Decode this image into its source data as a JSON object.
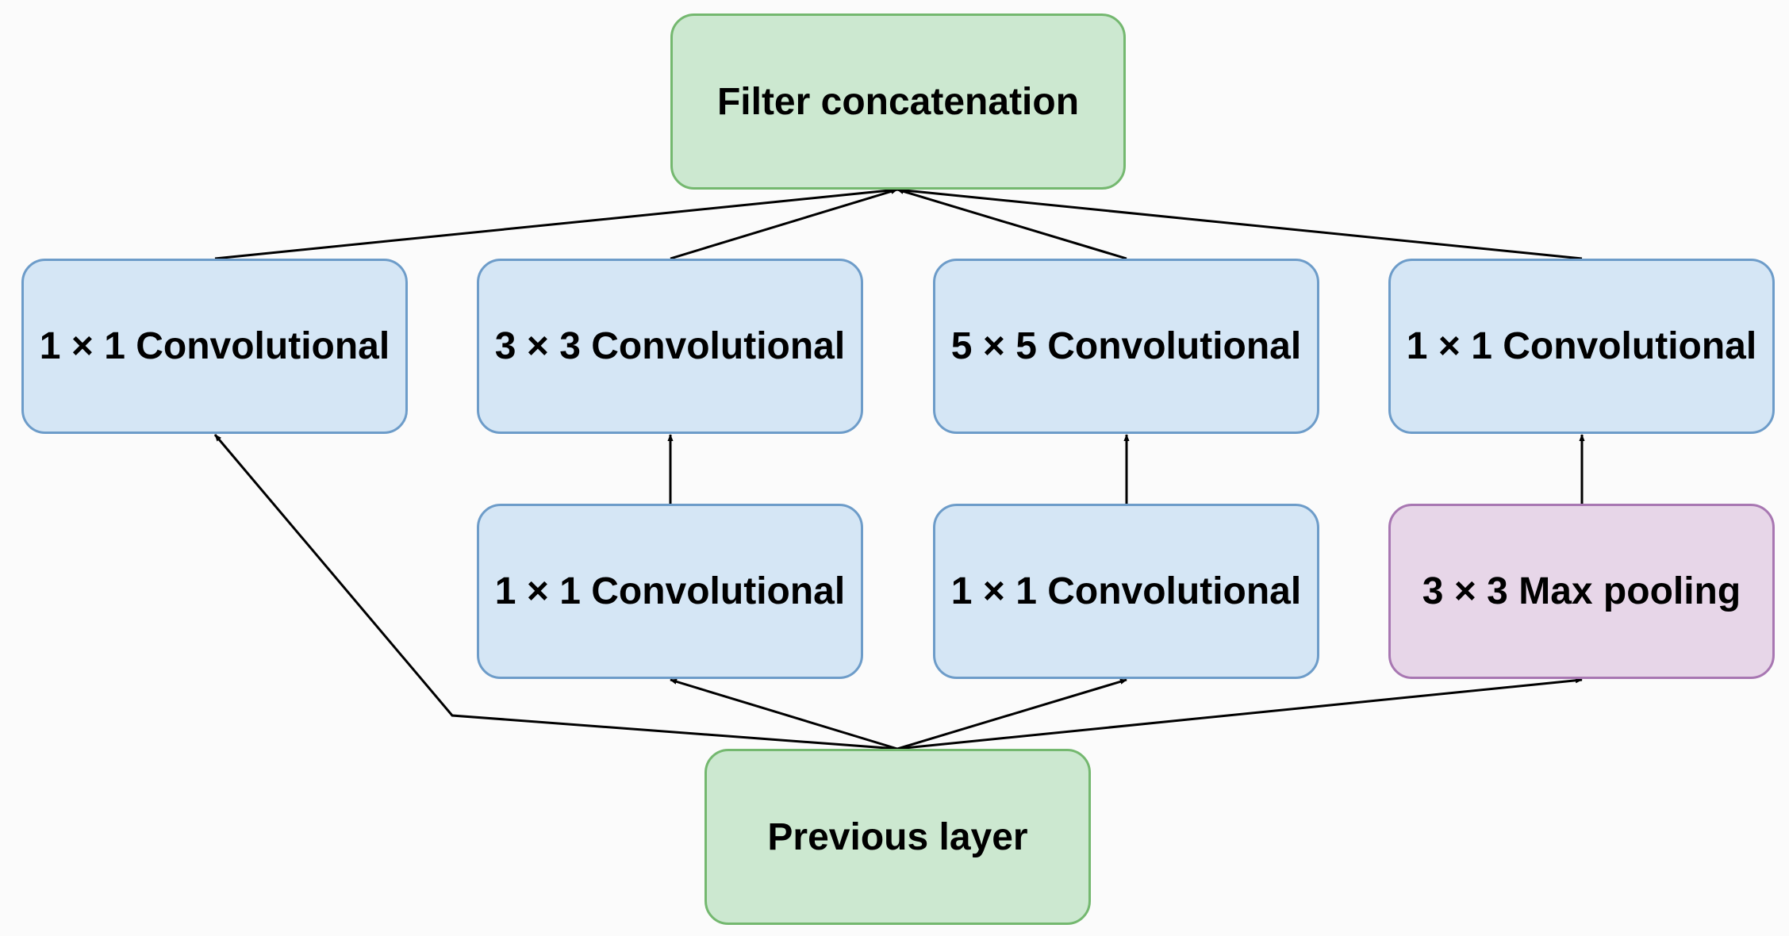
{
  "colors": {
    "background": "#fbfbfb",
    "green_fill": "#cce8d0",
    "green_stroke": "#74b86f",
    "blue_fill": "#d5e6f5",
    "blue_stroke": "#6d9cc9",
    "purple_fill": "#e7d6e8",
    "purple_stroke": "#a877b2",
    "edge": "#000000"
  },
  "nodes": {
    "filter_concat": {
      "label": "Filter concatenation",
      "style": "green"
    },
    "conv1x1_a": {
      "label": "1 × 1 Convolutional",
      "style": "blue"
    },
    "conv3x3": {
      "label": "3 × 3 Convolutional",
      "style": "blue"
    },
    "conv5x5": {
      "label": "5 × 5 Convolutional",
      "style": "blue"
    },
    "conv1x1_d": {
      "label": "1 × 1 Convolutional",
      "style": "blue"
    },
    "conv1x1_b": {
      "label": "1 × 1 Convolutional",
      "style": "blue"
    },
    "conv1x1_c": {
      "label": "1 × 1 Convolutional",
      "style": "blue"
    },
    "maxpool3x3": {
      "label": "3 × 3 Max pooling",
      "style": "purple"
    },
    "previous_layer": {
      "label": "Previous layer",
      "style": "green"
    }
  },
  "edges": [
    {
      "from": "previous_layer",
      "to": "conv1x1_a"
    },
    {
      "from": "previous_layer",
      "to": "conv1x1_b"
    },
    {
      "from": "previous_layer",
      "to": "conv1x1_c"
    },
    {
      "from": "previous_layer",
      "to": "maxpool3x3"
    },
    {
      "from": "conv1x1_b",
      "to": "conv3x3"
    },
    {
      "from": "conv1x1_c",
      "to": "conv5x5"
    },
    {
      "from": "maxpool3x3",
      "to": "conv1x1_d"
    },
    {
      "from": "conv1x1_a",
      "to": "filter_concat"
    },
    {
      "from": "conv3x3",
      "to": "filter_concat"
    },
    {
      "from": "conv5x5",
      "to": "filter_concat"
    },
    {
      "from": "conv1x1_d",
      "to": "filter_concat"
    }
  ]
}
